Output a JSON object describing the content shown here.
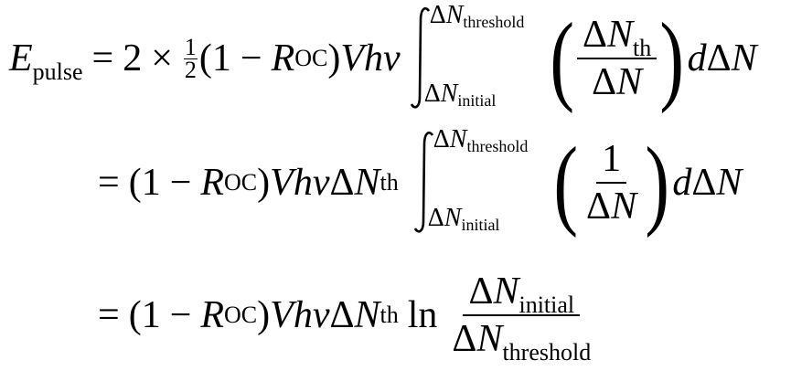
{
  "s": {
    "E": "E",
    "pulse": "pulse",
    "eq": "=",
    "two": "2",
    "times": "×",
    "one": "1",
    "minus": "−",
    "R": "R",
    "OC": "OC",
    "V": "V",
    "h": "h",
    "nu": "ν",
    "delta": "Δ",
    "N": "N",
    "threshold": "threshold",
    "initial": "initial",
    "th": "th",
    "d": "d",
    "ln": "ln",
    "lparen": "(",
    "rparen": ")",
    "half_den": "2"
  }
}
